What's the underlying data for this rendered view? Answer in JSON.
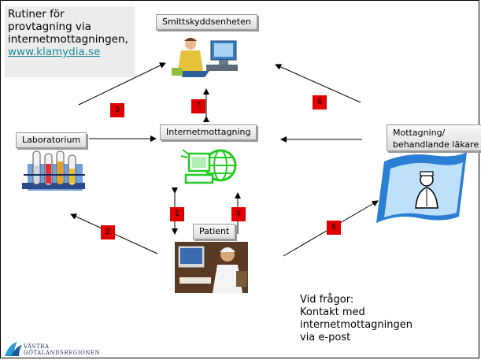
{
  "title": {
    "lines": [
      "Rutiner för",
      "provtagning via",
      "internetmottagningen,"
    ],
    "link": "www.klamydia.se"
  },
  "nodes": {
    "smittskydd": "Smittskyddsenheten",
    "internet": "Internetmottagning",
    "laboratorium": "Laboratorium",
    "mottagning_line1": "Mottagning/",
    "mottagning_line2": "behandlande läkare",
    "patient": "Patient"
  },
  "steps": [
    "1",
    "2",
    "3",
    "4",
    "5",
    "6",
    "7"
  ],
  "note": [
    "Vid frågor:",
    "Kontakt med",
    "internetmottagningen",
    "via e-post"
  ],
  "logo": {
    "line1": "VÄSTRA",
    "line2": "GÖTALANDSREGIONEN"
  },
  "colors": {
    "step_badge": "#e00000",
    "link": "#1a8a9a",
    "globe": "#22cc22",
    "clipart_blue": "#2a7fd4"
  }
}
